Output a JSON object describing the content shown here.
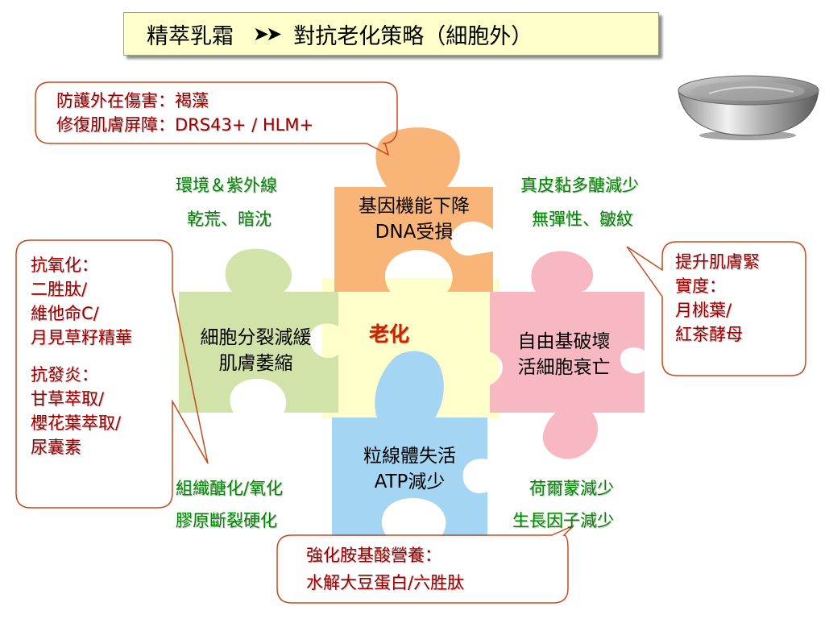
{
  "title": {
    "product": "精萃乳霜",
    "arrows": "➤➤",
    "strategy": "對抗老化策略（細胞外）"
  },
  "center_label": "老化",
  "pieces": {
    "top": [
      "基因機能下降",
      "DNA受損"
    ],
    "left": [
      "細胞分裂減緩",
      "肌膚萎縮"
    ],
    "right": [
      "自由基破壞",
      "活細胞衰亡"
    ],
    "bottom": [
      "粒線體失活",
      "ATP減少"
    ]
  },
  "factors": {
    "top_left": [
      "環境＆紫外線",
      "乾荒、暗沈"
    ],
    "top_right": [
      "真皮黏多醣減少",
      "無彈性、皺紋"
    ],
    "bottom_left": [
      "組織醣化/氧化",
      "膠原斷裂硬化"
    ],
    "bottom_right": [
      "荷爾蒙減少",
      "生長因子減少"
    ]
  },
  "callouts": {
    "top": [
      "防護外在傷害：褐藻",
      "修復肌膚屏障：DRS43+ / HLM+"
    ],
    "left": [
      "抗氧化：",
      "二胜肽/",
      "維他命C/",
      "月見草籽精華",
      "抗發炎：",
      "甘草萃取/",
      "櫻花葉萃取/",
      "尿囊素"
    ],
    "right": [
      "提升肌膚緊",
      "實度：",
      "月桃葉/",
      "紅茶酵母"
    ],
    "bottom": [
      "強化胺基酸營養：",
      "水解大豆蛋白/六胜肽"
    ]
  },
  "colors": {
    "title_bg": "#ffffcc",
    "top_piece": "#f9b477",
    "left_piece": "#d2e3a9",
    "right_piece": "#f7b8c2",
    "bottom_piece": "#a4d6f4",
    "center_piece": "#ffffcc",
    "callout_border": "#c8491c",
    "factor_text": "#008800",
    "callout_text": "#990000"
  },
  "icons": [
    "cream-bowl-icon"
  ]
}
